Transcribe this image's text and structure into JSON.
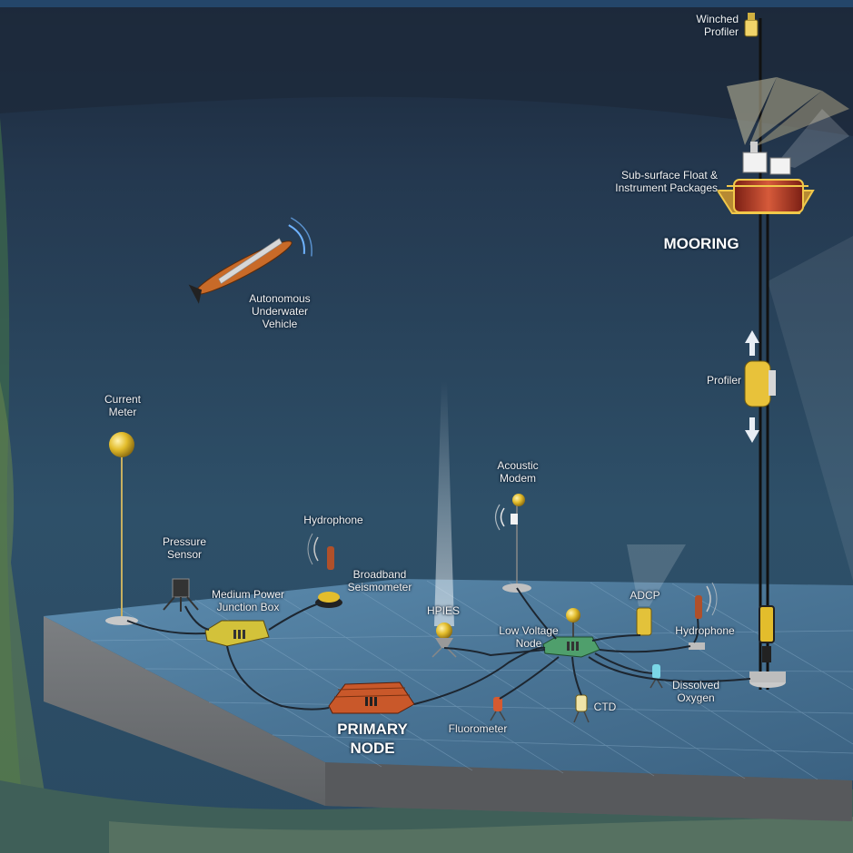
{
  "labels": {
    "winched_profiler": "Winched\nProfiler",
    "subsurface_float": "Sub-surface Float &\nInstrument Packages",
    "mooring": "MOORING",
    "auv": "Autonomous\nUnderwater\nVehicle",
    "profiler": "Profiler",
    "current_meter": "Current\nMeter",
    "acoustic_modem": "Acoustic\nModem",
    "hydrophone_1": "Hydrophone",
    "pressure_sensor": "Pressure\nSensor",
    "broadband_seismometer": "Broadband\nSeismometer",
    "medium_power_junction_box": "Medium Power\nJunction Box",
    "hpies": "HPIES",
    "adcp": "ADCP",
    "hydrophone_2": "Hydrophone",
    "low_voltage_node": "Low Voltage\nNode",
    "dissolved_oxygen": "Dissolved\nOxygen",
    "primary_node": "PRIMARY\nNODE",
    "fluorometer": "Fluorometer",
    "ctd": "CTD"
  },
  "colors": {
    "ocean_top": "#2d4863",
    "ocean_bottom": "#1d3a52",
    "seafloor_top": "#4c7a9c",
    "block_front": "#6f7275",
    "block_side": "#57595c",
    "instrument_yellow": "#e8c33a",
    "node_orange": "#c9582a",
    "node_green": "#4f9f6c"
  },
  "icons": [
    "auv-icon",
    "mooring-float-icon",
    "profiler-icon",
    "winched-profiler-icon",
    "node-icon",
    "sensor-icon",
    "sonar-wave-icon"
  ]
}
